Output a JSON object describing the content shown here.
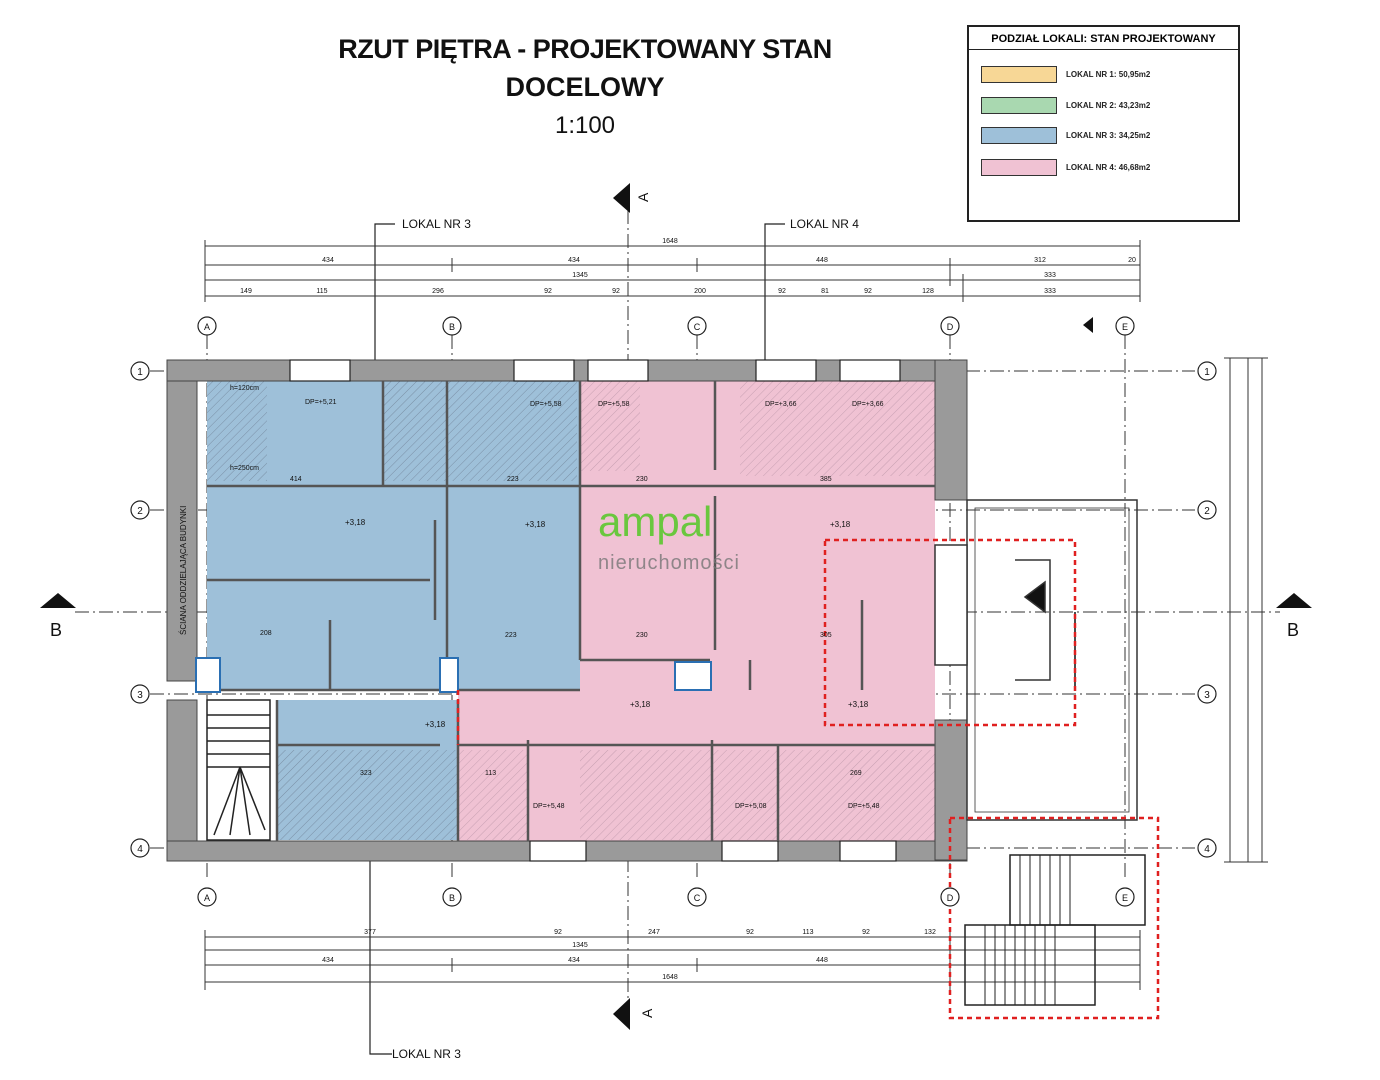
{
  "title": {
    "line1": "RZUT PIĘTRA - PROJEKTOWANY STAN",
    "line2": "DOCELOWY",
    "scale": "1:100"
  },
  "legend": {
    "header": "PODZIAŁ LOKALI: STAN PROJEKTOWANY",
    "items": [
      {
        "label": "LOKAL NR 1: 50,95m2",
        "color": "#f7d796"
      },
      {
        "label": "LOKAL NR 2: 43,23m2",
        "color": "#a9d8b0"
      },
      {
        "label": "LOKAL NR 3: 34,25m2",
        "color": "#9ec0d9"
      },
      {
        "label": "LOKAL NR 4: 46,68m2",
        "color": "#f0c2d3"
      }
    ]
  },
  "callouts": {
    "lokal3_top": "LOKAL NR 3",
    "lokal4_top": "LOKAL NR 4",
    "lokal3_bottom": "LOKAL NR 3"
  },
  "watermark": {
    "brand": "ampal",
    "tagline": "nieruchomości"
  },
  "colors": {
    "lokal3": "#9ec0d9",
    "lokal4": "#f0c2d3",
    "wall": "#9a9a9a",
    "dim": "#333333",
    "red_dash": "#e02020"
  },
  "axes": {
    "columns": [
      "A",
      "B",
      "C",
      "D",
      "E"
    ],
    "rows": [
      "1",
      "2",
      "3",
      "4"
    ],
    "section_ab": "A",
    "section_b": "B"
  },
  "dimensions": {
    "top_total": "1648",
    "top_row1": [
      "434",
      "434",
      "448",
      "312",
      "20"
    ],
    "top_row2": [
      "1345",
      "333"
    ],
    "top_row3": [
      "149",
      "115",
      "296",
      "92",
      "92",
      "200",
      "92",
      "81",
      "92",
      "128",
      "333"
    ],
    "bottom_row1": [
      "377",
      "92",
      "247",
      "92",
      "113",
      "92",
      "132"
    ],
    "bottom_row2": "1345",
    "bottom_row3": [
      "434",
      "434",
      "448"
    ],
    "bottom_total": "1648"
  },
  "side_label": "ŚCIANA ODDZIELAJĄCA BUDYNKI",
  "annotations": [
    {
      "text": "+3,18"
    },
    {
      "text": "+3,18"
    },
    {
      "text": "+3,18"
    },
    {
      "text": "+3,18"
    },
    {
      "text": "+3,18"
    },
    {
      "text": "+3,18"
    },
    {
      "text": "DP=+5,21"
    },
    {
      "text": "DP=+5,58"
    },
    {
      "text": "DP=+5,58"
    },
    {
      "text": "DP=+3,66"
    },
    {
      "text": "DP=+3,66"
    },
    {
      "text": "DP=+5,48"
    },
    {
      "text": "DP=+5,08"
    },
    {
      "text": "DP=+5,48"
    },
    {
      "text": "h=120cm"
    },
    {
      "text": "h=250cm"
    },
    {
      "text": "414"
    },
    {
      "text": "223"
    },
    {
      "text": "230"
    },
    {
      "text": "385"
    },
    {
      "text": "208"
    },
    {
      "text": "230"
    },
    {
      "text": "223"
    },
    {
      "text": "323"
    },
    {
      "text": "269"
    },
    {
      "text": "113"
    },
    {
      "text": "305"
    }
  ]
}
